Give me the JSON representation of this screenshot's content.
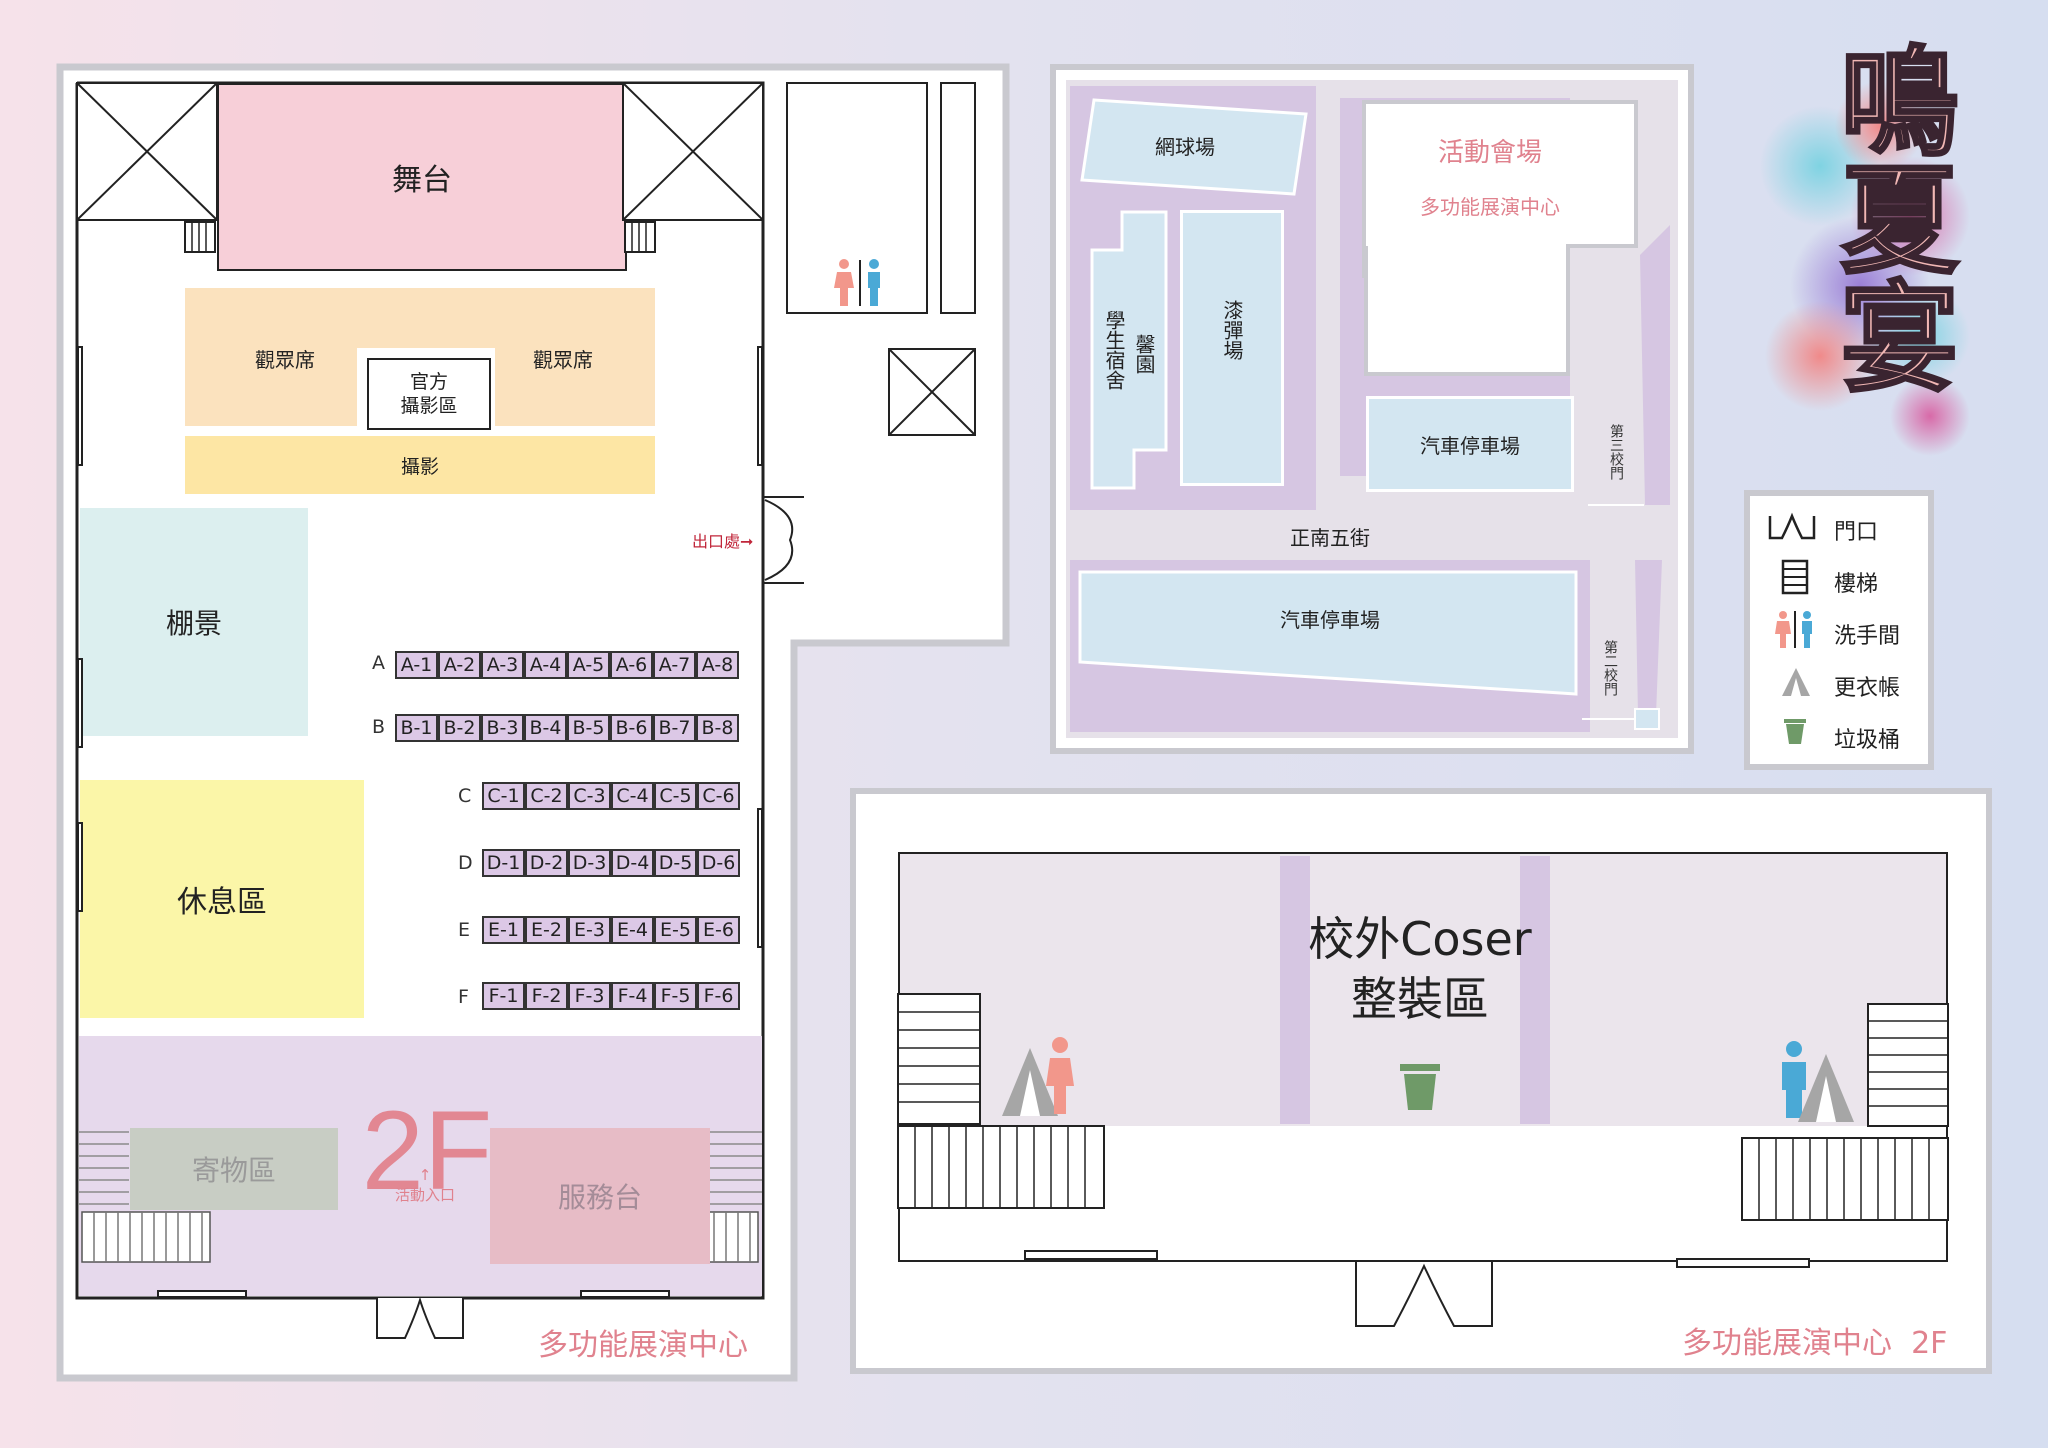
{
  "floor1": {
    "stage": "舞台",
    "audience_left": "觀眾席",
    "audience_right": "觀眾席",
    "official_photo": "官方\n攝影區",
    "photo": "攝影",
    "exit": "出口處",
    "backdrop": "棚景",
    "rest_area": "休息區",
    "locker": "寄物區",
    "service": "服務台",
    "floor_mark": "2F",
    "entrance": "活動入口",
    "caption": "多功能展演中心",
    "booth_rows": [
      {
        "label": "A",
        "booths": [
          "A-1",
          "A-2",
          "A-3",
          "A-4",
          "A-5",
          "A-6",
          "A-7",
          "A-8"
        ]
      },
      {
        "label": "B",
        "booths": [
          "B-1",
          "B-2",
          "B-3",
          "B-4",
          "B-5",
          "B-6",
          "B-7",
          "B-8"
        ]
      },
      {
        "label": "C",
        "booths": [
          "C-1",
          "C-2",
          "C-3",
          "C-4",
          "C-5",
          "C-6"
        ]
      },
      {
        "label": "D",
        "booths": [
          "D-1",
          "D-2",
          "D-3",
          "D-4",
          "D-5",
          "D-6"
        ]
      },
      {
        "label": "E",
        "booths": [
          "E-1",
          "E-2",
          "E-3",
          "E-4",
          "E-5",
          "E-6"
        ]
      },
      {
        "label": "F",
        "booths": [
          "F-1",
          "F-2",
          "F-3",
          "F-4",
          "F-5",
          "F-6"
        ]
      }
    ]
  },
  "campus": {
    "tennis": "網球場",
    "venue": "活動會場",
    "venue_sub": "多功能展演中心",
    "dorm": "學生宿舍",
    "xin_garden": "馨園",
    "paintball": "漆彈場",
    "parking_top": "汽車停車場",
    "street": "正南五街",
    "parking_bottom": "汽車停車場",
    "gate3": "第三校門",
    "gate2": "第二校門"
  },
  "legend": {
    "items": [
      {
        "icon": "door-icon",
        "label": "門口"
      },
      {
        "icon": "stairs-icon",
        "label": "樓梯"
      },
      {
        "icon": "restroom-icon",
        "label": "洗手間"
      },
      {
        "icon": "tent-icon",
        "label": "更衣帳"
      },
      {
        "icon": "trash-icon",
        "label": "垃圾桶"
      }
    ]
  },
  "floor2": {
    "title_line1": "校外Coser",
    "title_line2": "整裝區",
    "caption": "多功能展演中心  2F"
  },
  "logo": {
    "text": "鳴夏宴"
  },
  "colors": {
    "stage": "#f7cfd8",
    "audience": "#fbe2be",
    "photo": "#fde6a4",
    "backdrop": "#dcefef",
    "rest": "#fbf6a8",
    "lobby": "#e6d9ec",
    "booth": "#dcc8e6",
    "campus_purple": "#d6c6e2",
    "campus_building": "#d3e6f1",
    "caption_pink": "#e0828e",
    "female": "#f2978b",
    "male": "#4aa9d6",
    "trash": "#6f9a68"
  }
}
